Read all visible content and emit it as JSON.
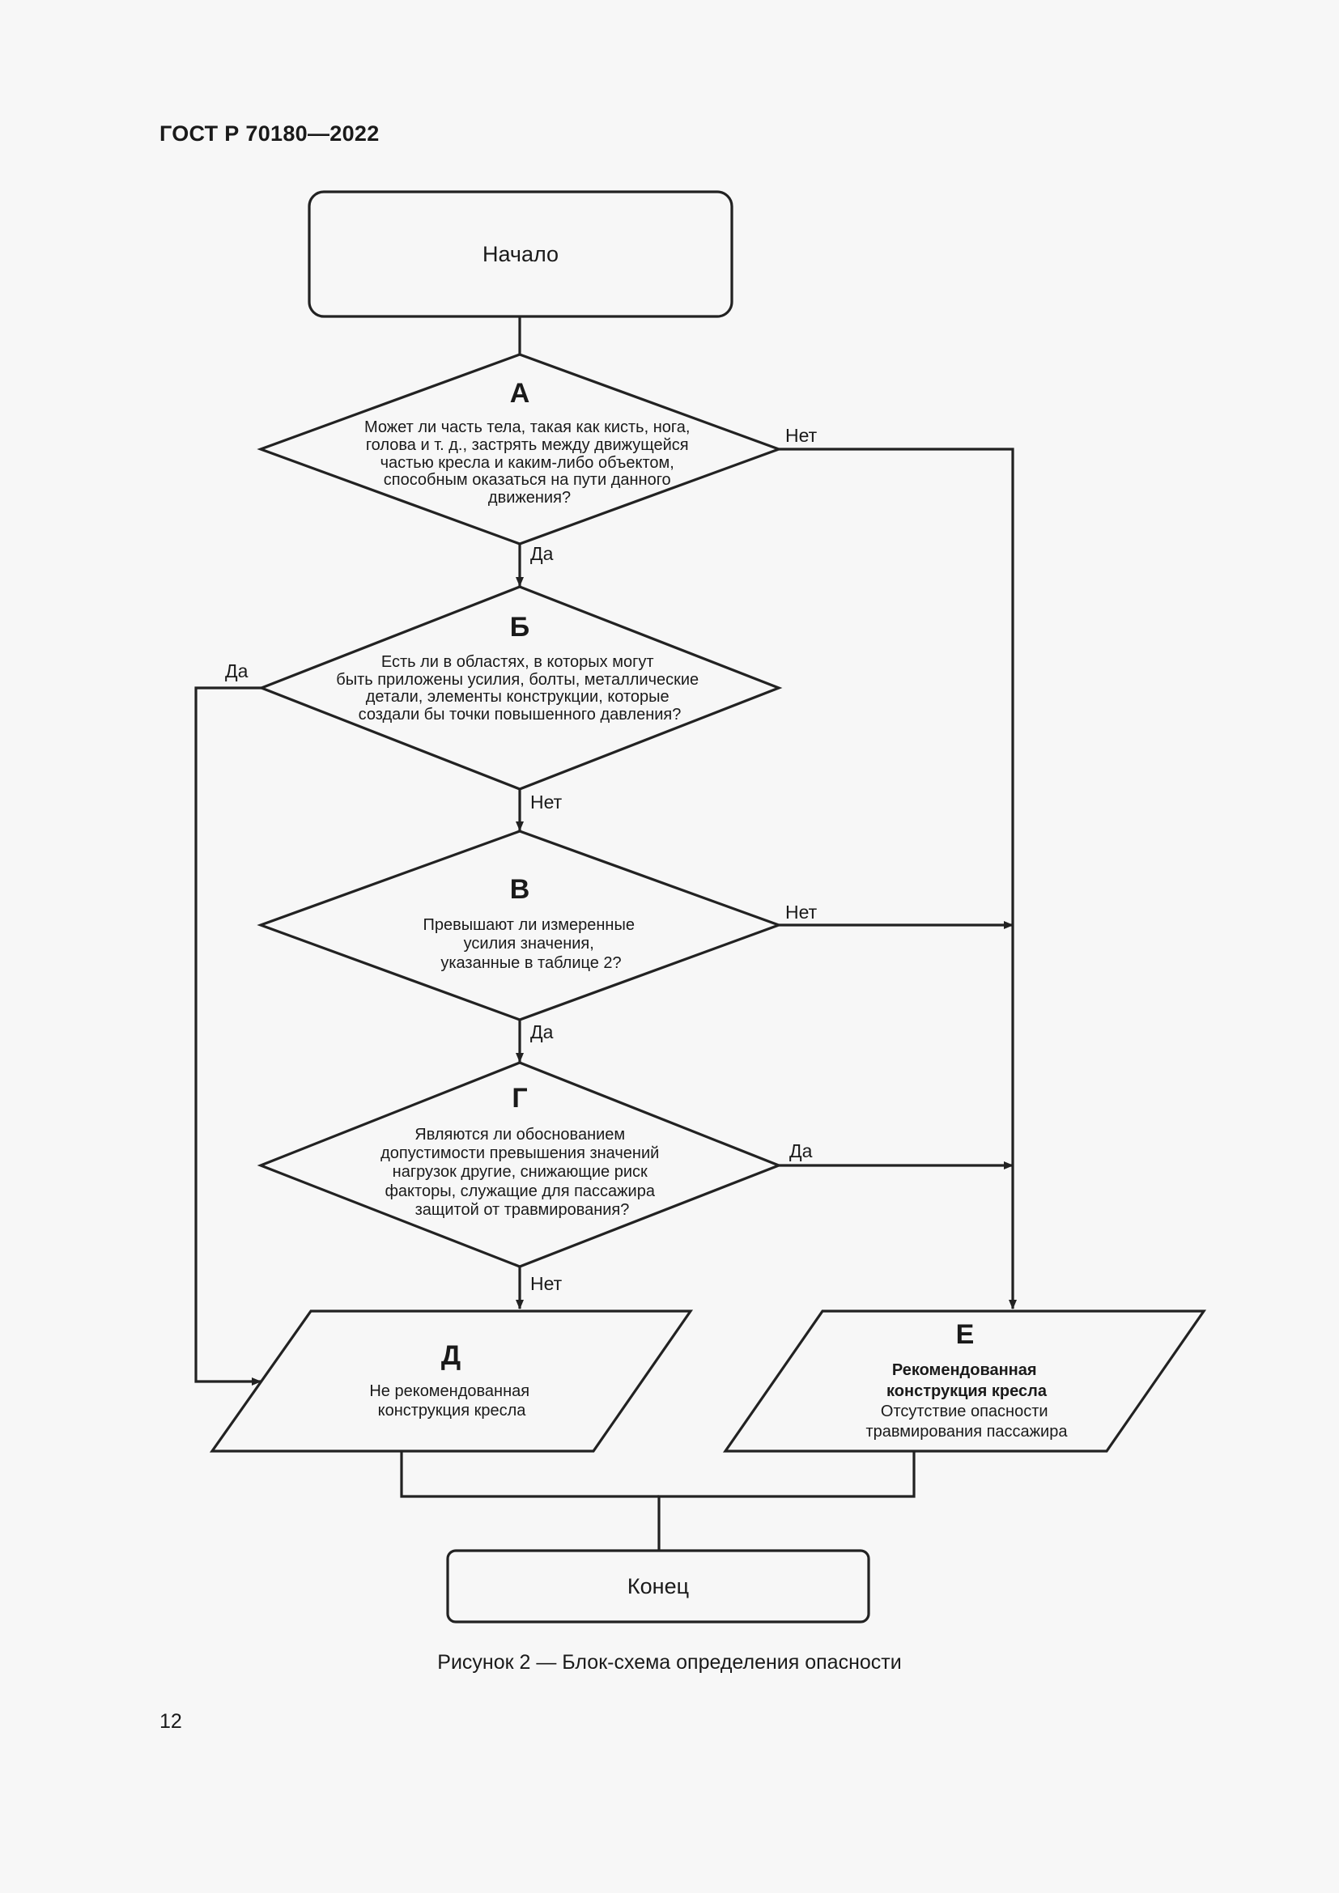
{
  "header": {
    "doc_number": "ГОСТ Р 70180—2022"
  },
  "nodes": {
    "start": {
      "label": "Начало"
    },
    "a": {
      "letter": "А",
      "lines": [
        "Может ли часть тела, такая как кисть, нога,",
        "голова и т. д., застрять между движущейся",
        "частью кресла и каким-либо объектом,",
        "способным оказаться на пути данного",
        "движения?"
      ]
    },
    "b": {
      "letter": "Б",
      "lines": [
        "Есть ли в областях, в которых могут",
        "быть приложены усилия, болты, металлические",
        "детали, элементы конструкции, которые",
        "создали бы точки повышенного давления?"
      ]
    },
    "v": {
      "letter": "В",
      "lines": [
        "Превышают ли измеренные",
        "усилия значения,",
        "указанные в таблице 2?"
      ]
    },
    "g": {
      "letter": "Г",
      "lines": [
        "Являются ли обоснованием",
        "допустимости превышения значений",
        "нагрузок другие, снижающие риск",
        "факторы, служащие для пассажира",
        "защитой от травмирования?"
      ]
    },
    "d": {
      "letter": "Д",
      "lines": [
        "Не рекомендованная",
        "конструкция кресла"
      ]
    },
    "e": {
      "letter": "Е",
      "bold_lines": [
        "Рекомендованная",
        "конструкция кресла"
      ],
      "lines": [
        "Отсутствие опасности",
        "травмирования пассажира"
      ]
    },
    "end": {
      "label": "Конец"
    }
  },
  "edges": {
    "a_no": "Нет",
    "a_yes": "Да",
    "b_yes": "Да",
    "b_no": "Нет",
    "v_no": "Нет",
    "v_yes": "Да",
    "g_yes": "Да",
    "g_no": "Нет"
  },
  "caption": "Рисунок 2 — Блок-схема определения опасности",
  "page_number": "12"
}
